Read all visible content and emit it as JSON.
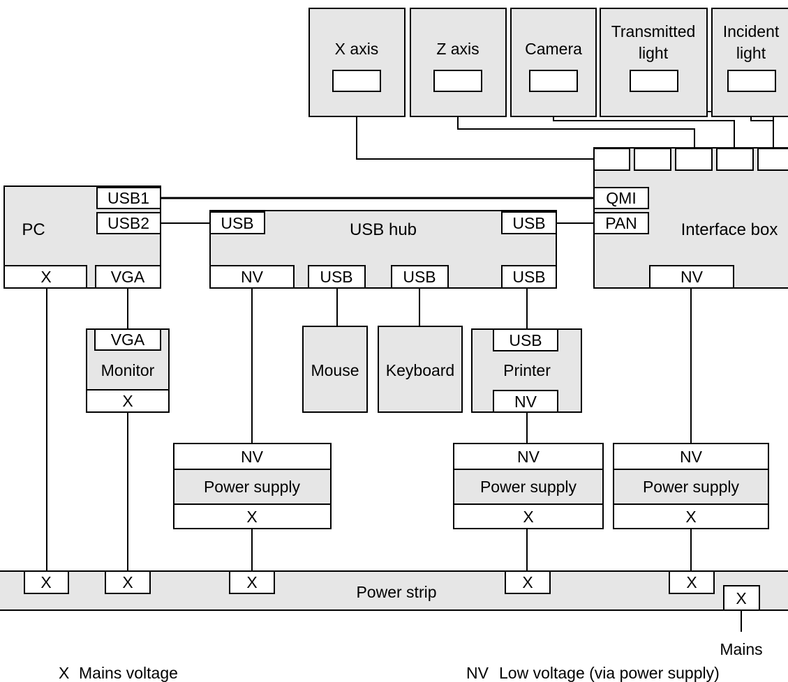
{
  "devices": {
    "x_axis": "X axis",
    "z_axis": "Z axis",
    "camera": "Camera",
    "transmitted_light": [
      "Transmitted",
      "light"
    ],
    "incident_light": [
      "Incident",
      "light"
    ],
    "pc": "PC",
    "usb_hub": "USB hub",
    "interface_box": "Interface box",
    "monitor": "Monitor",
    "mouse": "Mouse",
    "keyboard": "Keyboard",
    "printer": "Printer",
    "power_supply": "Power supply",
    "power_strip": "Power strip",
    "mains": "Mains"
  },
  "ports": {
    "usb1": "USB1",
    "usb2": "USB2",
    "usb": "USB",
    "vga": "VGA",
    "x": "X",
    "nv": "NV",
    "qmi": "QMI",
    "pan": "PAN"
  },
  "legend": {
    "x_symbol": "X",
    "x_text": "Mains voltage",
    "nv_symbol": "NV",
    "nv_text": "Low voltage (via power supply)"
  }
}
